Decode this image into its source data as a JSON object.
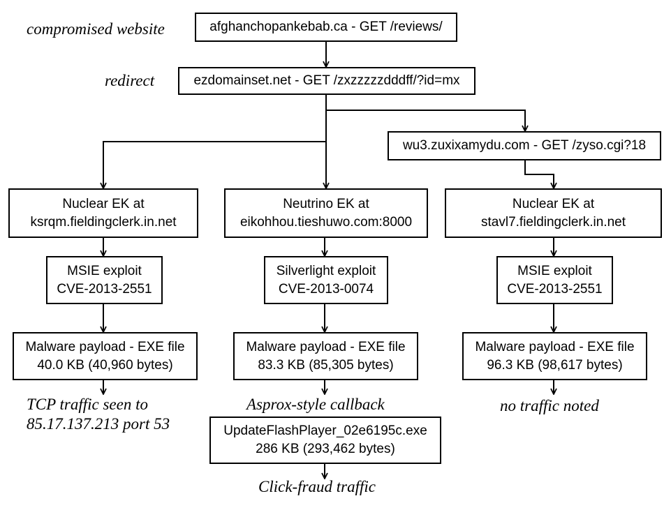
{
  "labels": {
    "compromised": "compromised website",
    "redirect": "redirect"
  },
  "boxes": {
    "site": "afghanchopankebab.ca - GET /reviews/",
    "redirect": "ezdomainset.net - GET /zxzzzzzdddff/?id=mx",
    "wu3": "wu3.zuxixamydu.com - GET /zyso.cgi?18",
    "ek1": [
      "Nuclear EK at",
      "ksrqm.fieldingclerk.in.net"
    ],
    "ek2": [
      "Neutrino EK at",
      "eikohhou.tieshuwo.com:8000"
    ],
    "ek3": [
      "Nuclear EK at",
      "stavl7.fieldingclerk.in.net"
    ],
    "exp1": [
      "MSIE exploit",
      "CVE-2013-2551"
    ],
    "exp2": [
      "Silverlight exploit",
      "CVE-2013-0074"
    ],
    "exp3": [
      "MSIE exploit",
      "CVE-2013-2551"
    ],
    "pay1": [
      "Malware payload - EXE file",
      "40.0 KB (40,960 bytes)"
    ],
    "pay2": [
      "Malware payload - EXE file",
      "83.3 KB (85,305 bytes)"
    ],
    "pay3": [
      "Malware payload - EXE file",
      "96.3 KB (98,617 bytes)"
    ],
    "flash": [
      "UpdateFlashPlayer_02e6195c.exe",
      "286 KB (293,462 bytes)"
    ]
  },
  "notes": {
    "tcp": [
      "TCP traffic seen to",
      "85.17.137.213 port 53"
    ],
    "asprox": "Asprox-style callback",
    "noTraffic": "no traffic noted",
    "clickFraud": "Click-fraud traffic"
  }
}
